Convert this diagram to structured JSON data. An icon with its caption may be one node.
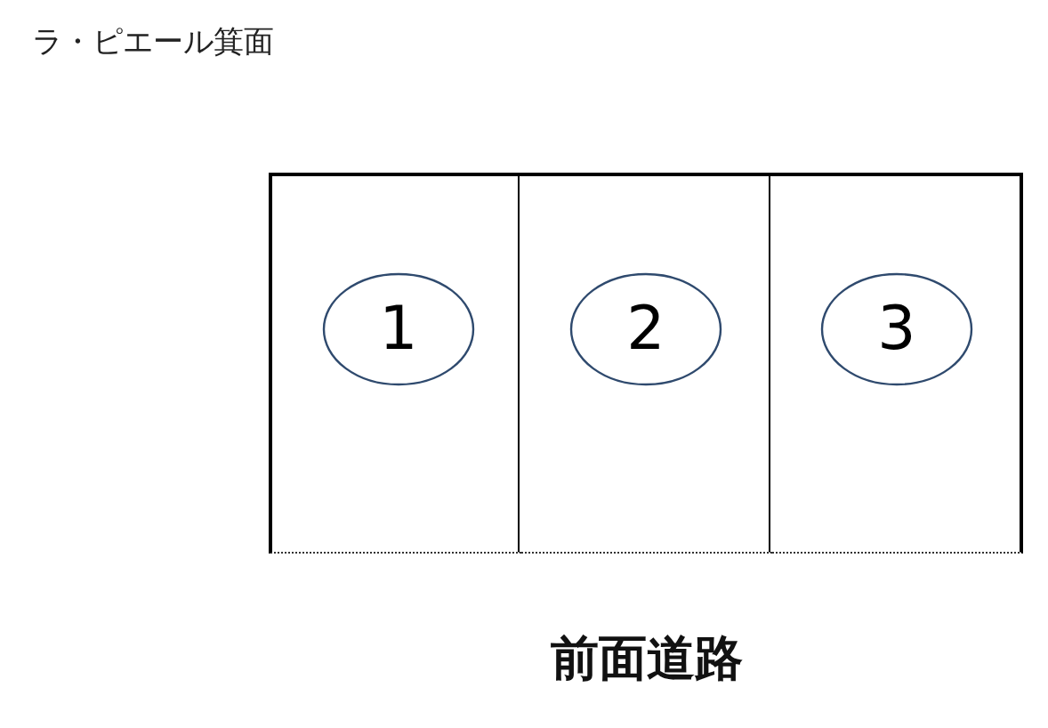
{
  "diagram": {
    "title": "ラ・ピエール箕面",
    "nodes": [
      {
        "text": [],
        "shape": "box"
      },
      {
        "text": [
          "1"
        ],
        "in": 0
      },
      {
        "text": [],
        "shape": "box"
      },
      {
        "text": [
          "2"
        ],
        "in": 2
      },
      {
        "text": [],
        "shape": "box"
      },
      {
        "text": [
          "3"
        ],
        "in": 4
      }
    ],
    "labels": [
      "前面道路"
    ]
  }
}
